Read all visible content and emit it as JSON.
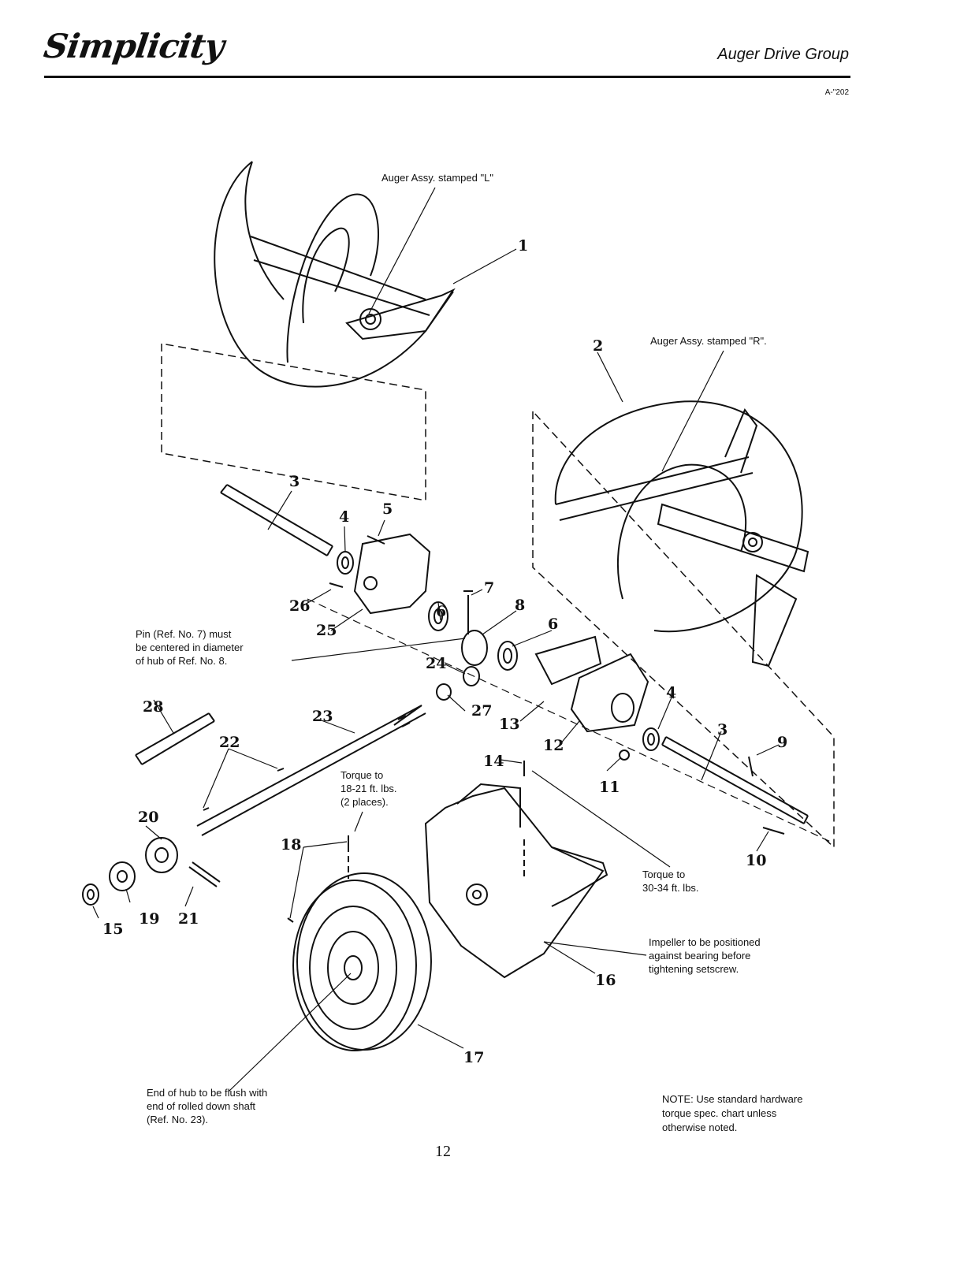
{
  "header": {
    "brand": "Simplicity",
    "section_title": "Auger Drive Group",
    "doc_code": "A-\"202"
  },
  "callouts": {
    "auger_left": "Auger Assy. stamped \"L\"",
    "auger_right": "Auger Assy. stamped \"R\".",
    "pin_note": "Pin (Ref. No. 7) must\nbe centered in diameter\nof hub of Ref. No. 8.",
    "torque_18": "Torque to\n18-21 ft. lbs.\n(2 places).",
    "torque_30": "Torque to\n30-34 ft. lbs.",
    "impeller_note": "Impeller to be positioned\nagainst bearing before\ntightening setscrew.",
    "hub_note": "End of hub to be flush with\nend of rolled down shaft\n(Ref. No. 23)."
  },
  "note": "NOTE: Use standard hardware\ntorque spec. chart unless\notherwise noted.",
  "part_numbers": [
    "1",
    "2",
    "3",
    "3",
    "4",
    "4",
    "5",
    "6",
    "6",
    "7",
    "8",
    "9",
    "10",
    "11",
    "12",
    "13",
    "14",
    "15",
    "16",
    "17",
    "18",
    "19",
    "20",
    "21",
    "22",
    "23",
    "24",
    "25",
    "26",
    "27",
    "28"
  ],
  "page_number": "12"
}
